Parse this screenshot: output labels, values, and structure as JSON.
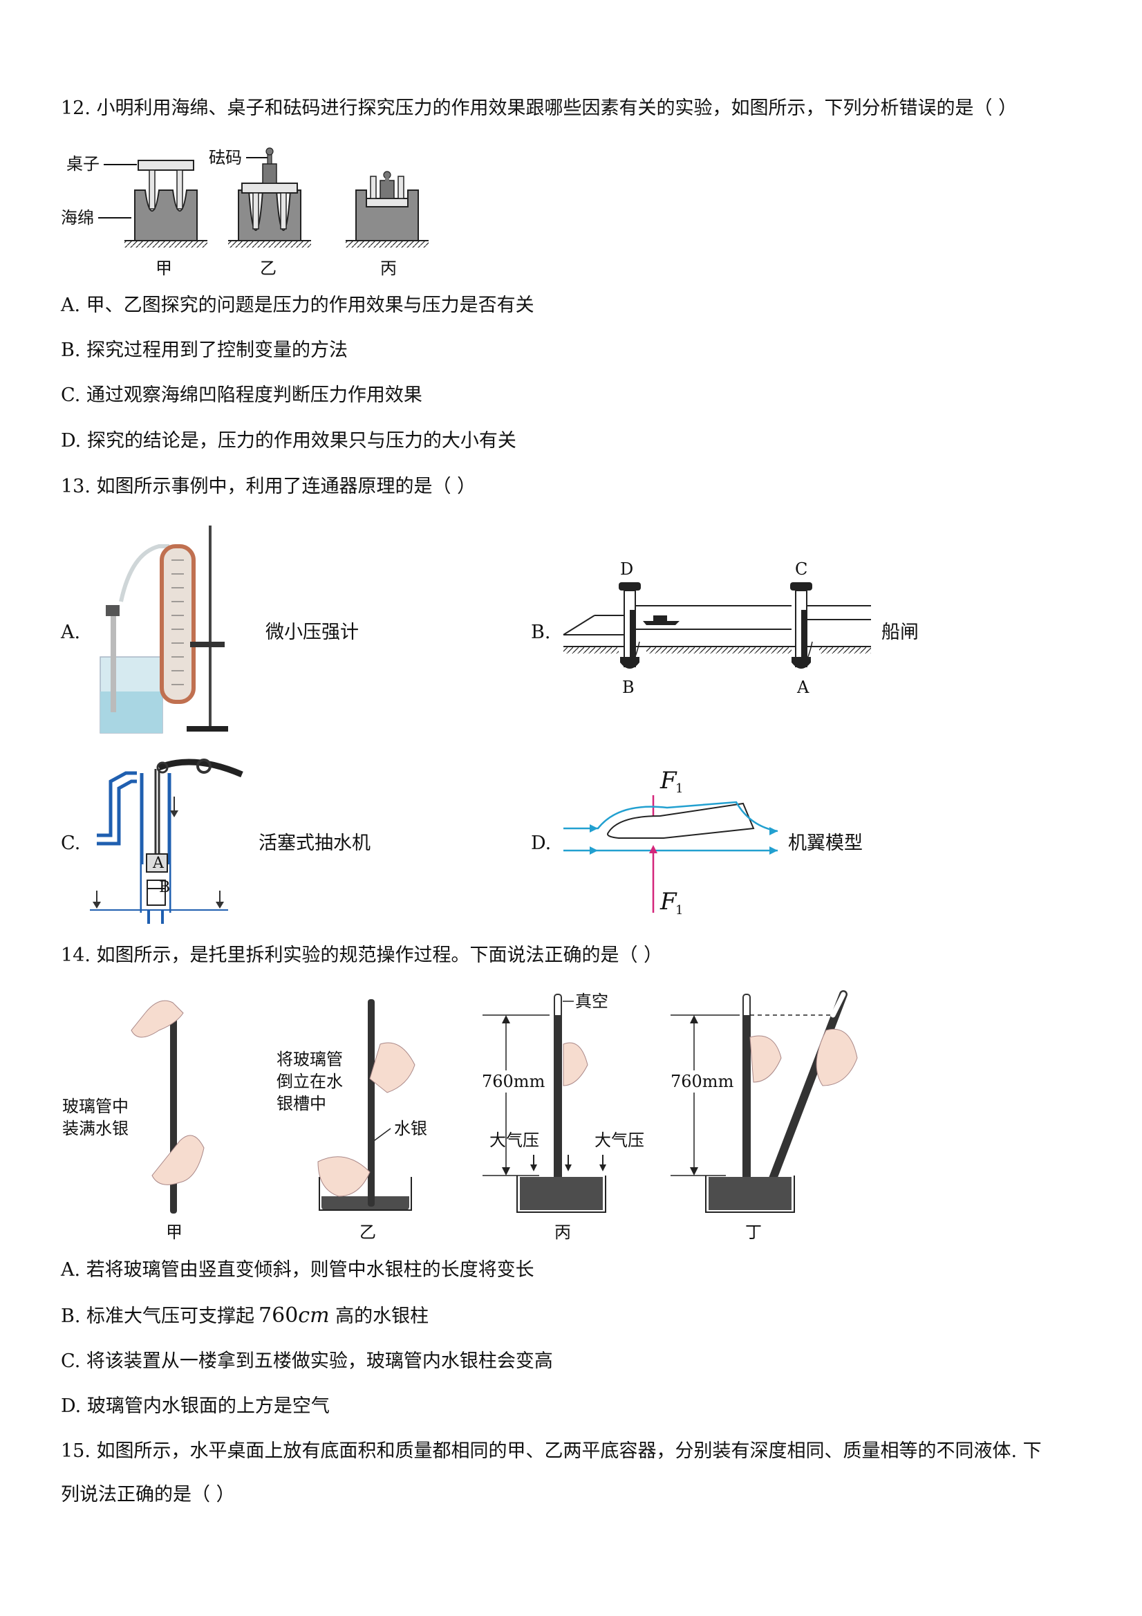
{
  "q12": {
    "stem": "12. 小明利用海绵、桌子和砝码进行探究压力的作用效果跟哪些因素有关的实验，如图所示，下列分析错误的是（        ）",
    "fig_labels": {
      "table": "桌子",
      "weight": "砝码",
      "sponge": "海绵",
      "a": "甲",
      "b": "乙",
      "c": "丙"
    },
    "options": [
      "A. 甲、乙图探究的问题是压力的作用效果与压力是否有关",
      "B. 探究过程用到了控制变量的方法",
      "C. 通过观察海绵凹陷程度判断压力作用效果",
      "D. 探究的结论是，压力的作用效果只与压力的大小有关"
    ]
  },
  "q13": {
    "stem": "13. 如图所示事例中，利用了连通器原理的是（        ）",
    "a_letter": "A.",
    "a_label": "微小压强计",
    "b_letter": "B.",
    "b_label": "船闸",
    "b_fig": {
      "d": "D",
      "c": "C",
      "b": "B",
      "a": "A"
    },
    "c_letter": "C.",
    "c_label": "活塞式抽水机",
    "c_fig": {
      "a": "A",
      "b": "B"
    },
    "d_letter": "D.",
    "d_label": "机翼模型",
    "d_fig": {
      "f": "F",
      "sub": "1"
    }
  },
  "q14": {
    "stem": "14. 如图所示，是托里拆利实验的规范操作过程。下面说法正确的是（        ）",
    "fig": {
      "fill_l1": "玻璃管中",
      "fill_l2": "装满水银",
      "inv_l1": "将玻璃管",
      "inv_l2": "倒立在水",
      "inv_l3": "银槽中",
      "mercury": "水银",
      "vacuum": "真空",
      "mm": "760mm",
      "atm": "大气压",
      "a": "甲",
      "b": "乙",
      "c": "丙",
      "d": "丁"
    },
    "options": [
      "A. 若将玻璃管由竖直变倾斜，则管中水银柱的长度将变长",
      "B. 标准大气压可支撑起",
      "C. 将该装置从一楼拿到五楼做实验，玻璃管内水银柱会变高",
      "D. 玻璃管内水银面的上方是空气"
    ],
    "b_value": "760",
    "b_unit": "cm",
    "b_tail": " 高的水银柱"
  },
  "q15": {
    "line1": "15. 如图所示，水平桌面上放有底面积和质量都相同的甲、乙两平底容器，分别装有深度相同、质量相等的不同液体. 下",
    "line2": "列说法正确的是（    ）"
  }
}
